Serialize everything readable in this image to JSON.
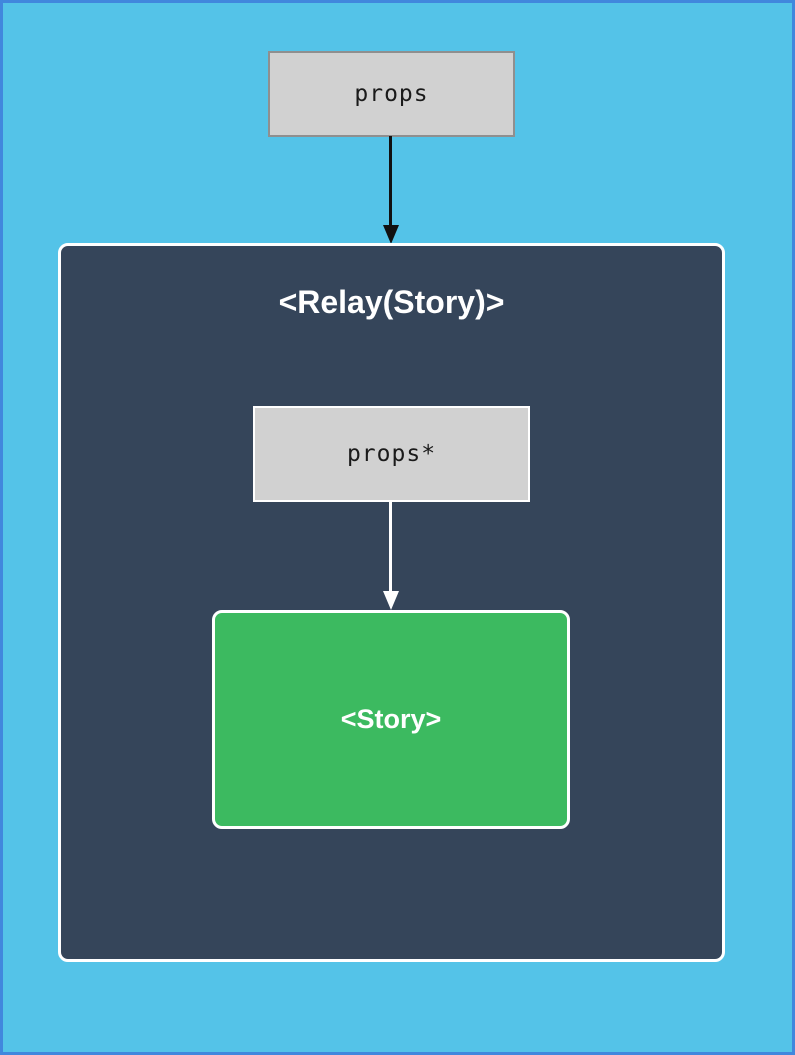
{
  "diagram": {
    "nodes": {
      "outer_props": {
        "label": "props"
      },
      "relay_container": {
        "title": "<Relay(Story)>"
      },
      "inner_props": {
        "label": "props*"
      },
      "story": {
        "label": "<Story>"
      }
    },
    "edges": [
      {
        "from": "outer_props",
        "to": "relay_container",
        "style": "dark-arrow"
      },
      {
        "from": "inner_props",
        "to": "story",
        "style": "light-arrow"
      }
    ],
    "colors": {
      "background": "#54c3e8",
      "frame-border": "#4187dd",
      "container-fill": "#35455a",
      "container-border": "#ffffff",
      "box-fill": "#d1d1d1",
      "box-border": "#8f8f8f",
      "story-fill": "#3cba60",
      "arrow-dark": "#111111",
      "arrow-light": "#ffffff",
      "text-dark": "#1a1a1a",
      "text-light": "#ffffff"
    }
  }
}
